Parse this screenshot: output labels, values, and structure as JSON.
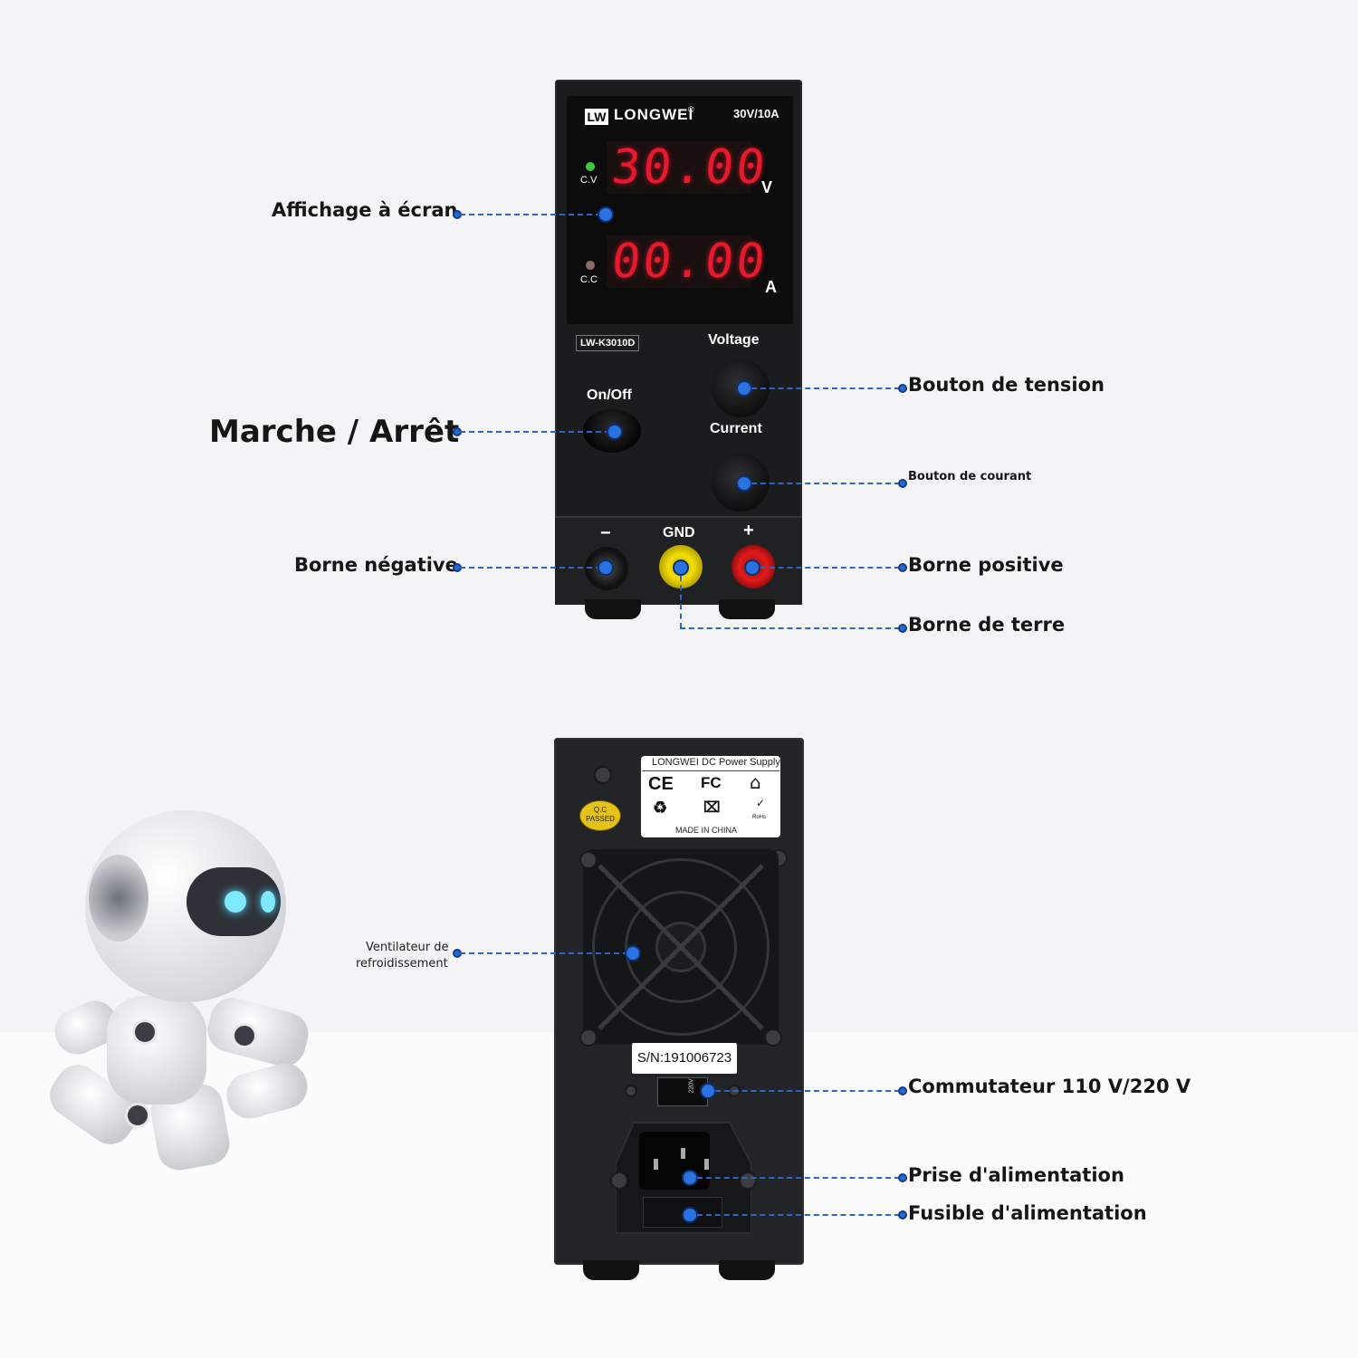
{
  "front_panel": {
    "brand_badge": "LW",
    "brand_name": "LONGWEI",
    "rating": "30V/10A",
    "voltage_display": "30.00",
    "voltage_unit": "V",
    "current_display": "00.00",
    "current_unit": "A",
    "cv_label": "C.V",
    "cc_label": "C.C",
    "model": "LW-K3010D",
    "voltage_knob_label": "Voltage",
    "current_knob_label": "Current",
    "power_label": "On/Off",
    "neg_symbol": "−",
    "gnd_label": "GND",
    "pos_symbol": "+"
  },
  "back_panel": {
    "cert_title": "LONGWEI DC Power Supply",
    "cert_ce": "CE",
    "cert_fc": "FC",
    "cert_recycle": "♻",
    "cert_bin": "⌧",
    "cert_rohs": "RoHs",
    "cert_made": "MADE IN CHINA",
    "qc_line1": "Q.C",
    "qc_line2": "PASSED",
    "serial": "S/N:191006723",
    "switch_value": "220V"
  },
  "callouts": {
    "display": "Affichage à écran",
    "power": "Marche / Arrêt",
    "negative": "Borne négative",
    "voltage_knob": "Bouton de tension",
    "current_knob": "Bouton de courant",
    "positive": "Borne positive",
    "ground": "Borne de terre",
    "fan_line1": "Ventilateur de",
    "fan_line2": "refroidissement",
    "switch": "Commutateur 110 V/220 V",
    "inlet": "Prise d'alimentation",
    "fuse": "Fusible d'alimentation"
  },
  "colors": {
    "callout_blue": "#2b66c9",
    "led_red": "#e8192c",
    "cv_led": "#3ccb3c",
    "cc_led": "#8b6a6a",
    "gnd_yellow": "#f2df00",
    "pos_red": "#e21c1c"
  }
}
